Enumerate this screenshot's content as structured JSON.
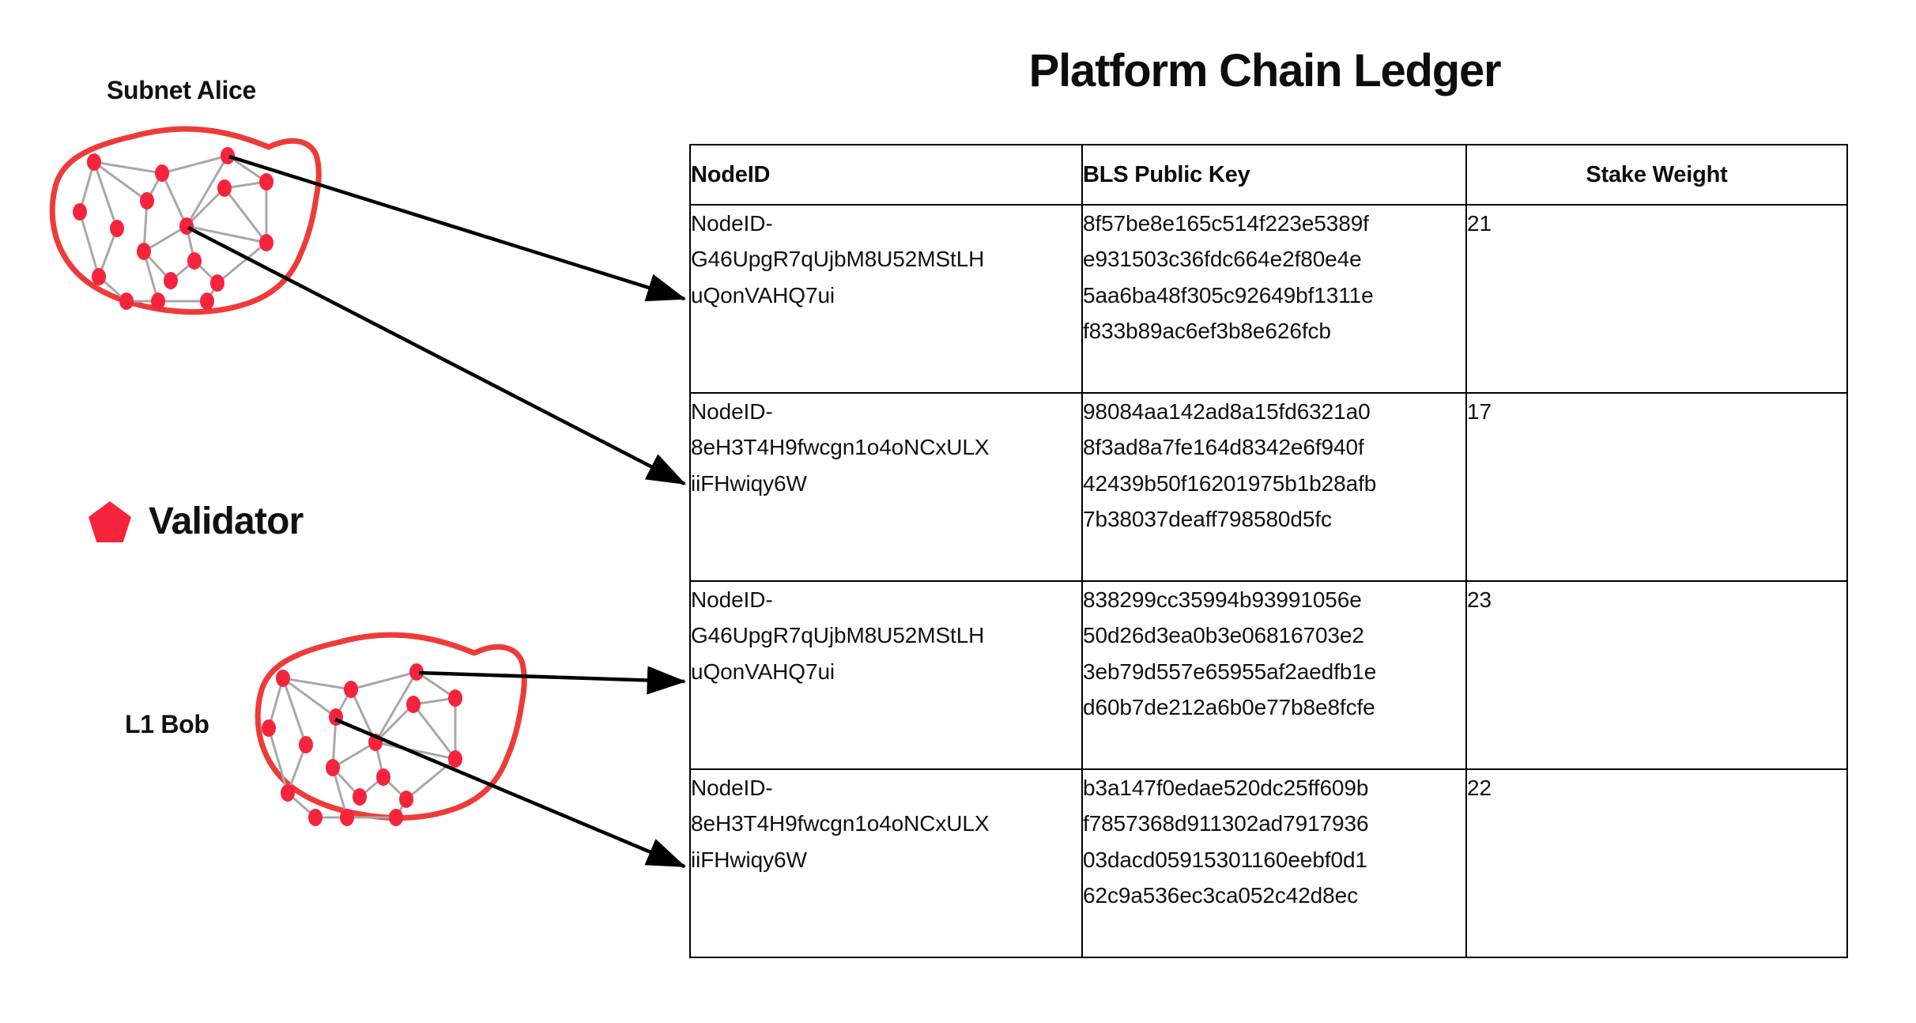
{
  "title": "Platform Chain Ledger",
  "diagram": {
    "subnet_label": "Subnet Alice",
    "l1_label": "L1 Bob",
    "legend": {
      "icon": "pentagon-icon",
      "label": "Validator",
      "color": "#F5243C"
    },
    "node_color": "#F5243C",
    "edge_color": "#A8A8A8",
    "blob_outline_color": "#EE3B38",
    "arrow_color": "#000000"
  },
  "table": {
    "headers": [
      "NodeID",
      "BLS Public Key",
      "Stake Weight"
    ],
    "rows": [
      {
        "nodeid": "NodeID-G46UpgR7qUjbM8U52MStLHuQonVAHQ7ui",
        "nodeid_lines": [
          "NodeID-",
          "G46UpgR7qUjbM8U52MStLH",
          "uQonVAHQ7ui"
        ],
        "bls": "8f57be8e165c514f223e5389fe931503c36fdc664e2f80e4e5aa6ba48f305c92649bf1311ef833b89ac6ef3b8e626fcb",
        "bls_lines": [
          "8f57be8e165c514f223e5389f",
          "e931503c36fdc664e2f80e4e",
          "5aa6ba48f305c92649bf1311e",
          "f833b89ac6ef3b8e626fcb"
        ],
        "stake": "21"
      },
      {
        "nodeid": "NodeID-8eH3T4H9fwcgn1o4oNCxULXiiFHwiqy6W",
        "nodeid_lines": [
          "NodeID-",
          "8eH3T4H9fwcgn1o4oNCxULX",
          "iiFHwiqy6W"
        ],
        "bls": "98084aa142ad8a15fd6321a08f3ad8a7fe164d8342e6f940f42439b50f16201975b1b28afb7b38037deaff798580d5fc",
        "bls_lines": [
          "98084aa142ad8a15fd6321a0",
          "8f3ad8a7fe164d8342e6f940f",
          "42439b50f16201975b1b28afb",
          "7b38037deaff798580d5fc"
        ],
        "stake": "17"
      },
      {
        "nodeid": "NodeID-G46UpgR7qUjbM8U52MStLHuQonVAHQ7ui",
        "nodeid_lines": [
          "NodeID-",
          "G46UpgR7qUjbM8U52MStLH",
          "uQonVAHQ7ui"
        ],
        "bls": "838299cc35994b93991056e50d26d3ea0b3e06816703e23eb79d557e65955af2aedfb1ed60b7de212a6b0e77b8e8fcfe",
        "bls_lines": [
          "838299cc35994b93991056e",
          "50d26d3ea0b3e06816703e2",
          "3eb79d557e65955af2aedfb1e",
          "d60b7de212a6b0e77b8e8fcfe"
        ],
        "stake": "23"
      },
      {
        "nodeid": "NodeID-8eH3T4H9fwcgn1o4oNCxULXiiFHwiqy6W",
        "nodeid_lines": [
          "NodeID-",
          "8eH3T4H9fwcgn1o4oNCxULX",
          "iiFHwiqy6W"
        ],
        "bls": "b3a147f0edae520dc25ff609bf7857368d911302ad791793603dacd05915301160eebf0d162c9a536ec3ca052c42d8ec",
        "bls_lines": [
          "b3a147f0edae520dc25ff609b",
          "f7857368d911302ad7917936",
          "03dacd05915301160eebf0d1",
          "62c9a536ec3ca052c42d8ec"
        ],
        "stake": "22"
      }
    ]
  }
}
